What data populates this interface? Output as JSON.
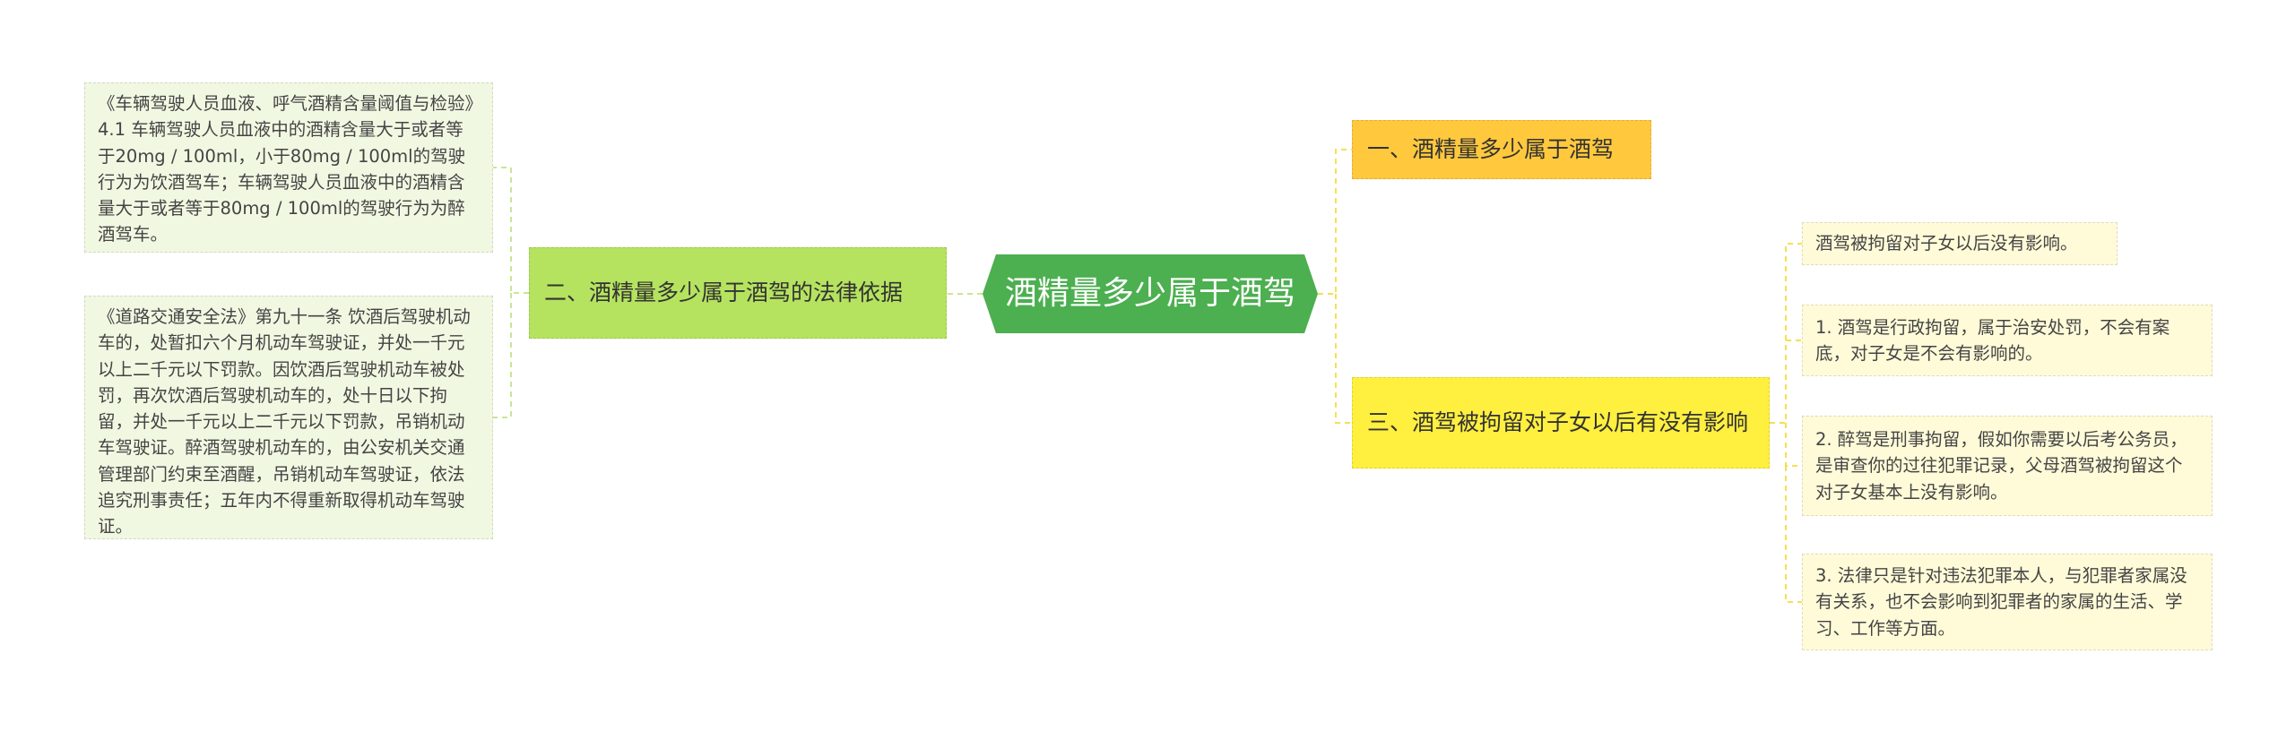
{
  "colors": {
    "root_fill": "#4caf50",
    "branch1_fill": "#ffc83d",
    "branch2_fill": "#b5e35f",
    "branch3_fill": "#ffef3f",
    "leaf_left_fill": "#f1f8e2",
    "leaf_right_fill": "#fffbd8",
    "connector_yellow": "#f5e050",
    "connector_green": "#c9e596"
  },
  "root": {
    "label": "酒精量多少属于酒驾"
  },
  "branches": [
    {
      "id": "b1",
      "label": "一、酒精量多少属于酒驾",
      "children": []
    },
    {
      "id": "b2",
      "label": "二、酒精量多少属于酒驾的法律依据",
      "children": [
        {
          "text": "《车辆驾驶人员血液、呼气酒精含量阈值与检验》4.1 车辆驾驶人员血液中的酒精含量大于或者等于20mg / 100ml，小于80mg / 100ml的驾驶行为为饮酒驾车；车辆驾驶人员血液中的酒精含量大于或者等于80mg / 100ml的驾驶行为为醉酒驾车。"
        },
        {
          "text": "《道路交通安全法》第九十一条 饮酒后驾驶机动车的，处暂扣六个月机动车驾驶证，并处一千元以上二千元以下罚款。因饮酒后驾驶机动车被处罚，再次饮酒后驾驶机动车的，处十日以下拘留，并处一千元以上二千元以下罚款，吊销机动车驾驶证。醉酒驾驶机动车的，由公安机关交通管理部门约束至酒醒，吊销机动车驾驶证，依法追究刑事责任；五年内不得重新取得机动车驾驶证。"
        }
      ]
    },
    {
      "id": "b3",
      "label": "三、酒驾被拘留对子女以后有没有影响",
      "children": [
        {
          "text": "酒驾被拘留对子女以后没有影响。"
        },
        {
          "text": "1. 酒驾是行政拘留，属于治安处罚，不会有案底，对子女是不会有影响的。"
        },
        {
          "text": "2. 醉驾是刑事拘留，假如你需要以后考公务员，是审查你的过往犯罪记录，父母酒驾被拘留这个对子女基本上没有影响。"
        },
        {
          "text": "3. 法律只是针对违法犯罪本人，与犯罪者家属没有关系，也不会影响到犯罪者的家属的生活、学习、工作等方面。"
        }
      ]
    }
  ]
}
